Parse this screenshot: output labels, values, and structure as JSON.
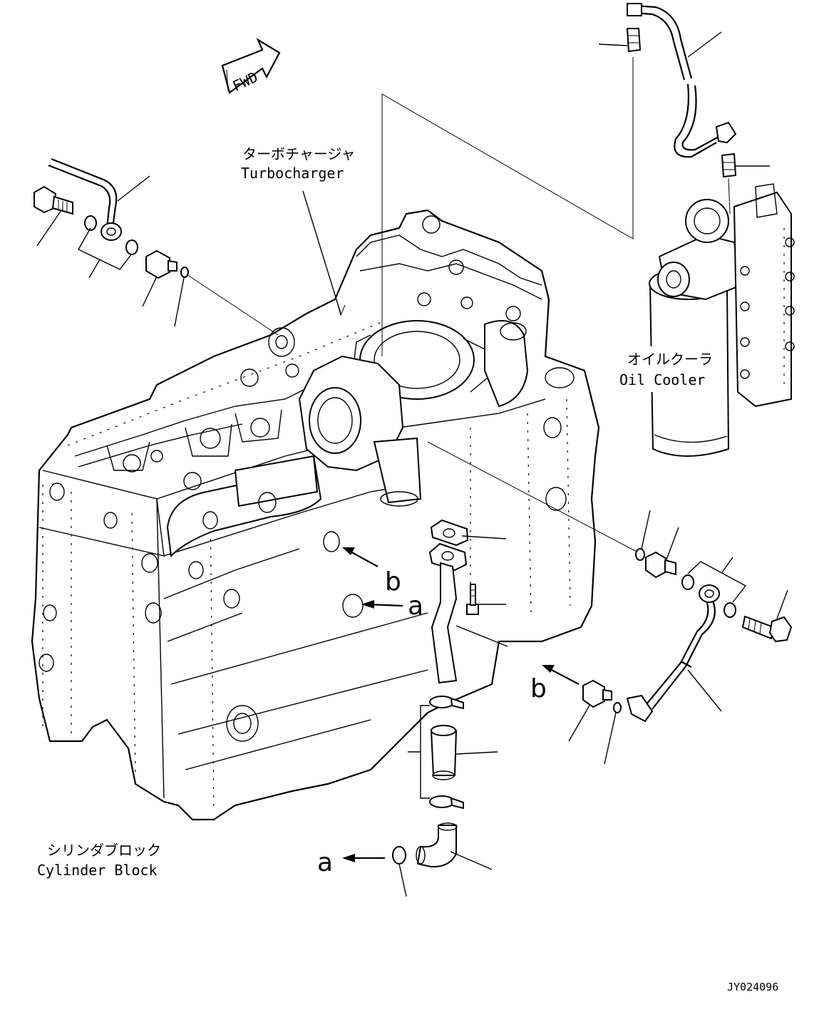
{
  "labels": {
    "fwd": "FWD",
    "turbo_jp": "ターボチャージャ",
    "turbo_en": "Turbocharger",
    "oilcooler_jp": "オイルクーラ",
    "oilcooler_en": "Oil Cooler",
    "cylblock_jp": "シリンダブロック",
    "cylblock_en": "Cylinder Block",
    "ref_a": "a",
    "ref_b": "b",
    "drawing_id": "JY024096"
  }
}
